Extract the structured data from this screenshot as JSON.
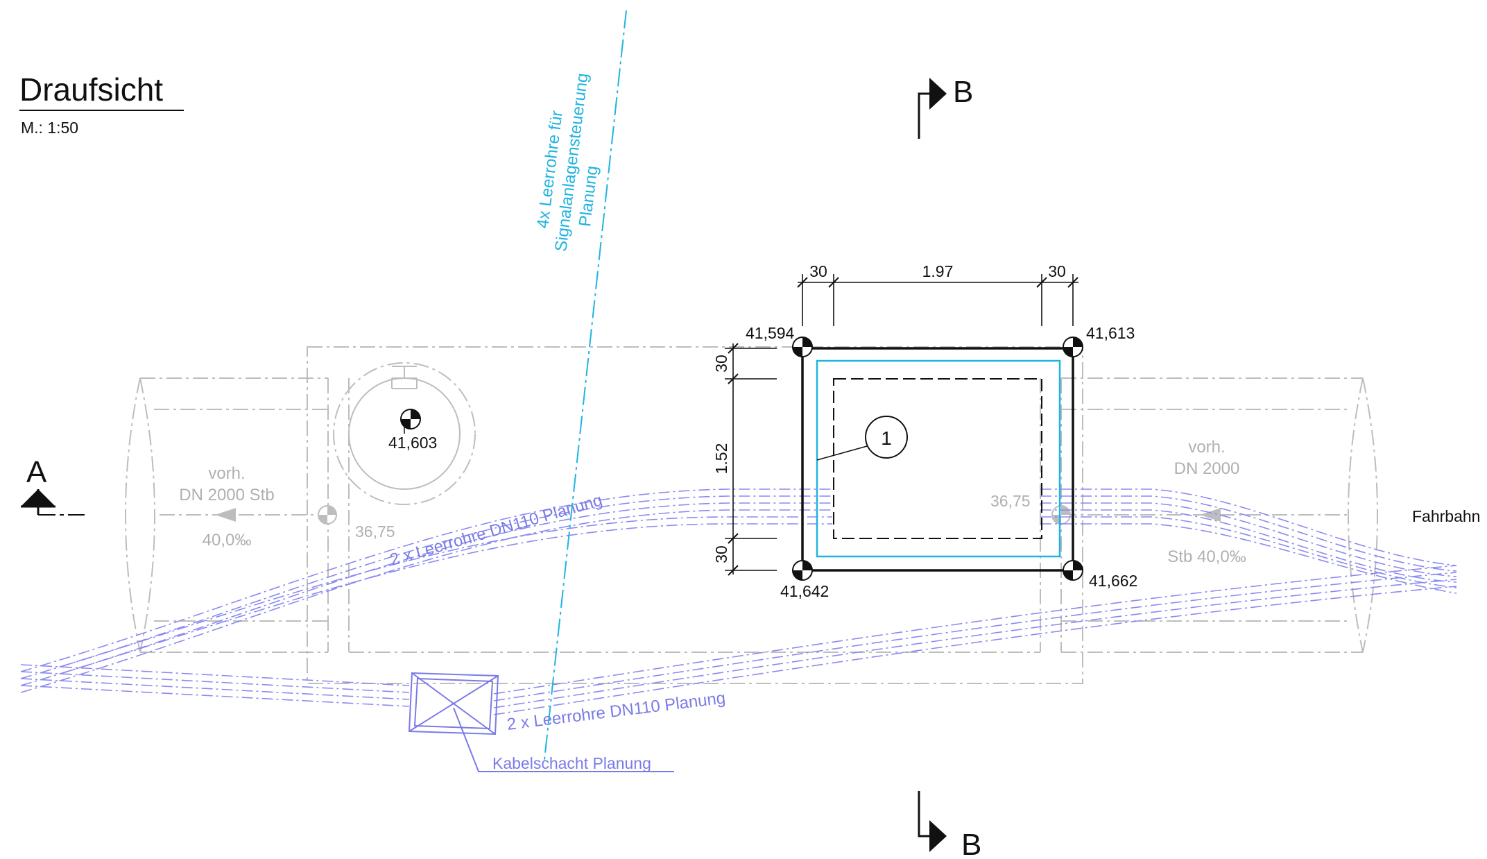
{
  "title": "Draufsicht",
  "scale": "M.: 1:50",
  "section_a": {
    "label": "A"
  },
  "section_b": {
    "label_top": "B",
    "label_bottom": "B"
  },
  "signal_conduit_label": {
    "line1": "4x Leerrohre für",
    "line2": "Signalanlagensteuerung",
    "line3": "Planung"
  },
  "pipe_left": {
    "label1": "vorh.",
    "label2": "DN 2000 Stb",
    "slope": "40,0‰"
  },
  "pipe_right": {
    "label1": "vorh.",
    "label2": "DN 2000",
    "slope": "Stb 40,0‰"
  },
  "inverts": {
    "left": "36,75",
    "right": "36,75"
  },
  "manhole_level": "41,603",
  "corner_levels": {
    "top_left": "41,594",
    "top_right": "41,613",
    "bottom_left": "41,642",
    "bottom_right": "41,662"
  },
  "dimensions": {
    "top_left": "30",
    "top_middle": "1.97",
    "top_right": "30",
    "left_top": "30",
    "left_middle": "1.52",
    "left_bottom": "30"
  },
  "item_marker": "1",
  "conduit_upper_label": "2 x Leerrohre DN110 Planung",
  "conduit_lower_label": "2 x Leerrohre DN110 Planung",
  "cable_shaft_label": "Kabelschacht Planung",
  "road_label": "Fahrbahn",
  "colors": {
    "existing": "#bdbdbd",
    "planning_conduits": "#7b7be8",
    "signal_conduit": "#1fb4e0",
    "new_structure": "#111111"
  }
}
